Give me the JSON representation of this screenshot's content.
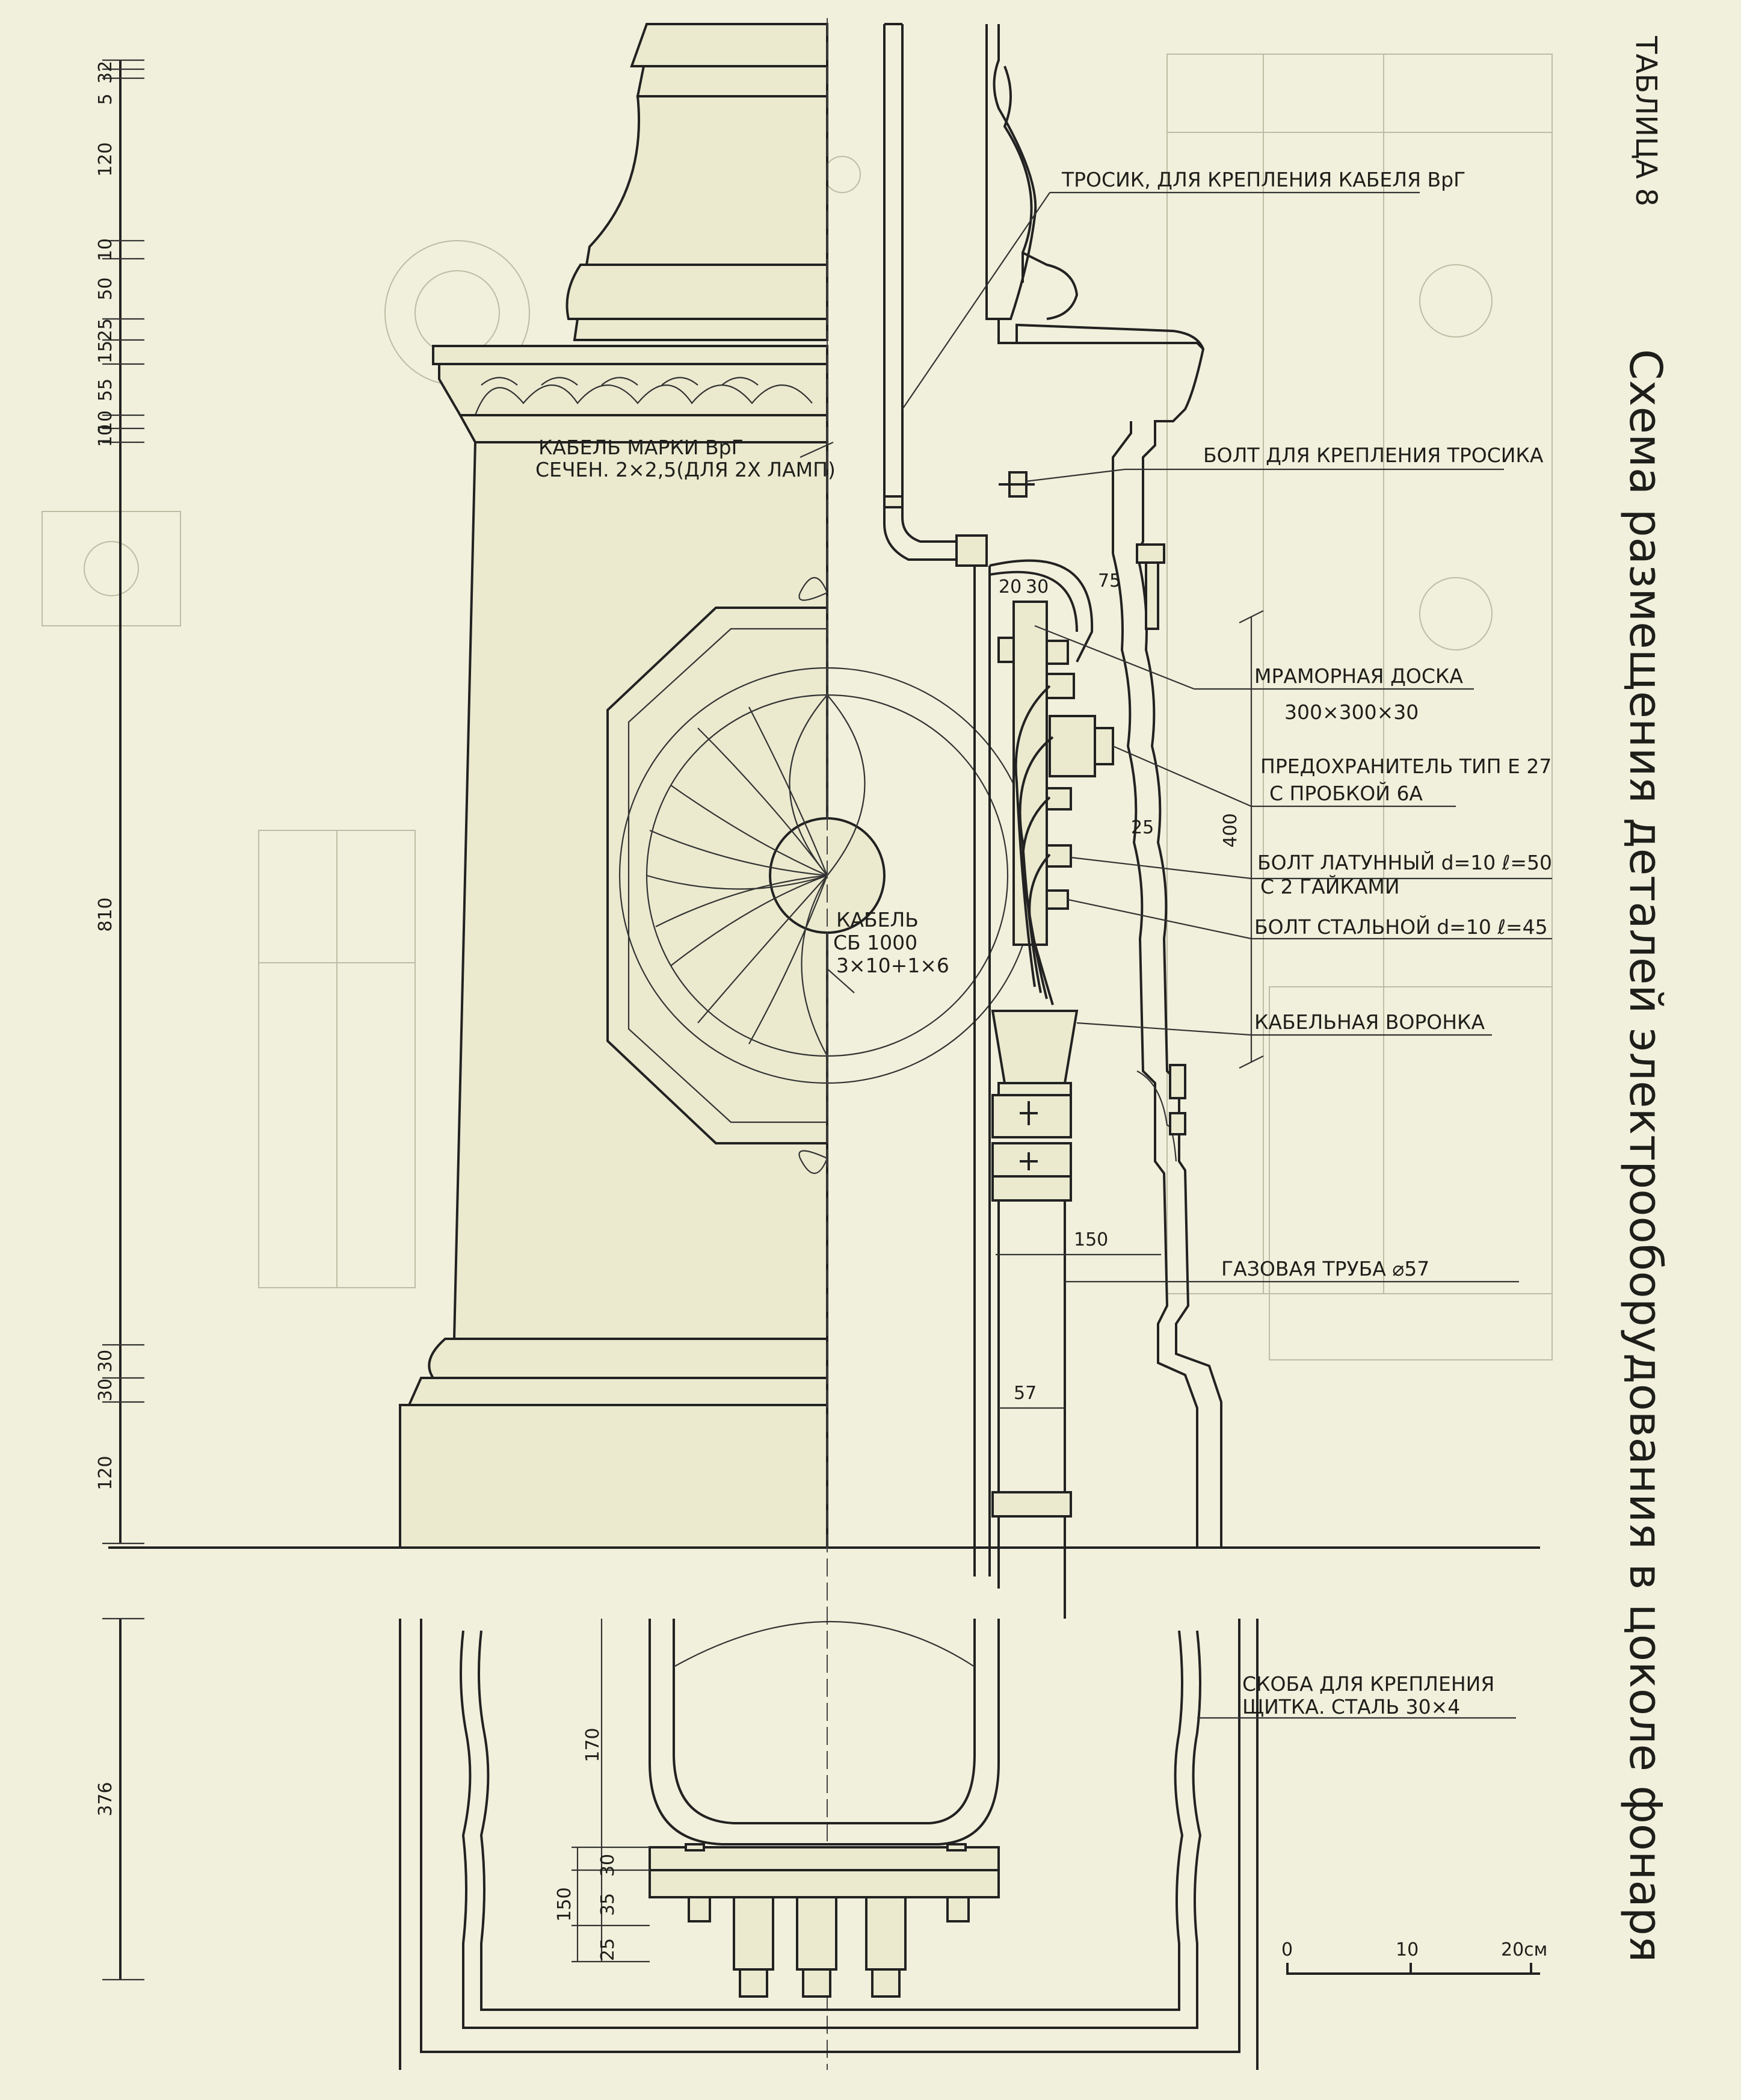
{
  "table_label": "ТАБЛИЦА 8",
  "title": "Схема размещения деталей электрооборудования в цоколе фонаря",
  "callouts": {
    "trosik": "ТРОСИК, ДЛЯ КРЕПЛЕНИЯ КАБЕЛЯ ВрГ",
    "bolt_trosika": "БОЛТ ДЛЯ КРЕПЛЕНИЯ ТРОСИКА",
    "kabel_vrg_1": "КАБЕЛЬ МАРКИ ВрГ",
    "kabel_vrg_2": "СЕЧЕН. 2×2,5(ДЛЯ 2Х ЛАМП)",
    "marble_1": "МРАМОРНАЯ ДОСКА",
    "marble_2": "300×300×30",
    "fuse_1": "ПРЕДОХРАНИТЕЛЬ ТИП Е 27",
    "fuse_2": "С ПРОБКОЙ 6А",
    "brass_1": "БОЛТ ЛАТУННЫЙ d=10 ℓ=50",
    "brass_2": "С 2 ГАЙКАМИ",
    "steel_bolt": "БОЛТ СТАЛЬНОЙ d=10 ℓ=45",
    "cable_funnel": "КАБЕЛЬНАЯ ВОРОНКА",
    "gas_pipe": "ГАЗОВАЯ ТРУБА ⌀57",
    "bracket_1": "СКОБА ДЛЯ КРЕПЛЕНИЯ",
    "bracket_2": "ЩИТКА. СТАЛЬ 30×4",
    "kabel_sb_1": "КАБЕЛЬ",
    "kabel_sb_2": "СБ 1000",
    "kabel_sb_3": "3×10+1×6"
  },
  "dimensions": {
    "left_chain": [
      "32",
      "5",
      "120",
      "10",
      "50",
      "25",
      "15",
      "55",
      "10",
      "10",
      "810",
      "30",
      "30",
      "120",
      "376"
    ],
    "inner": {
      "d20": "20",
      "d30": "30",
      "d75": "75",
      "d400": "400",
      "d25": "25",
      "d150a": "150",
      "d57": "57",
      "d170": "170",
      "d30b": "30",
      "d150b": "150",
      "d35": "35",
      "d25b": "25"
    }
  },
  "scale": {
    "labels": [
      "0",
      "10",
      "20см"
    ]
  }
}
